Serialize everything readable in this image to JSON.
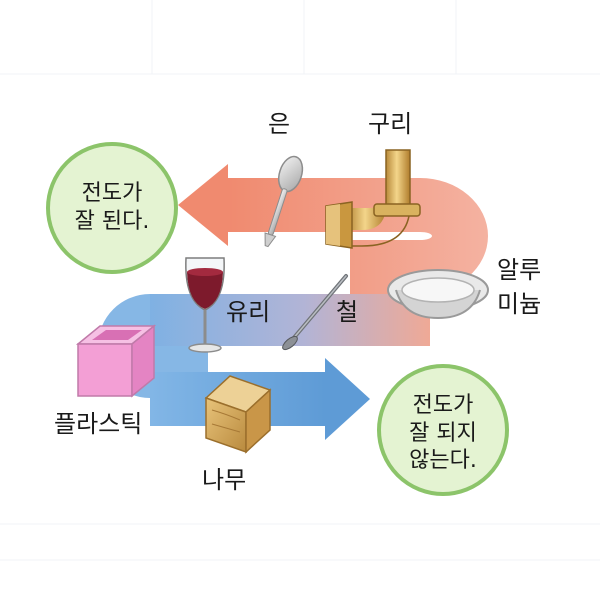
{
  "labels": {
    "silver": "은",
    "copper": "구리",
    "aluminum_line1": "알루",
    "aluminum_line2": "미늄",
    "glass": "유리",
    "iron": "철",
    "plastic": "플라스틱",
    "wood": "나무"
  },
  "bubbles": {
    "good_conduction": [
      "전도가",
      "잘 된다."
    ],
    "poor_conduction": [
      "전도가",
      "잘 되지",
      "않는다."
    ]
  },
  "colors": {
    "good_arrow": "#f2a38e",
    "middle_band": "#a9b3d6",
    "poor_arrow": "#6fa7dc",
    "bubble_fill": "#e4f3d2",
    "bubble_border": "#8cc46a"
  },
  "icons": [
    "spoon-icon",
    "copper-pipe-icon",
    "aluminum-dish-icon",
    "wine-glass-icon",
    "iron-nail-icon",
    "plastic-box-icon",
    "wood-block-icon"
  ]
}
